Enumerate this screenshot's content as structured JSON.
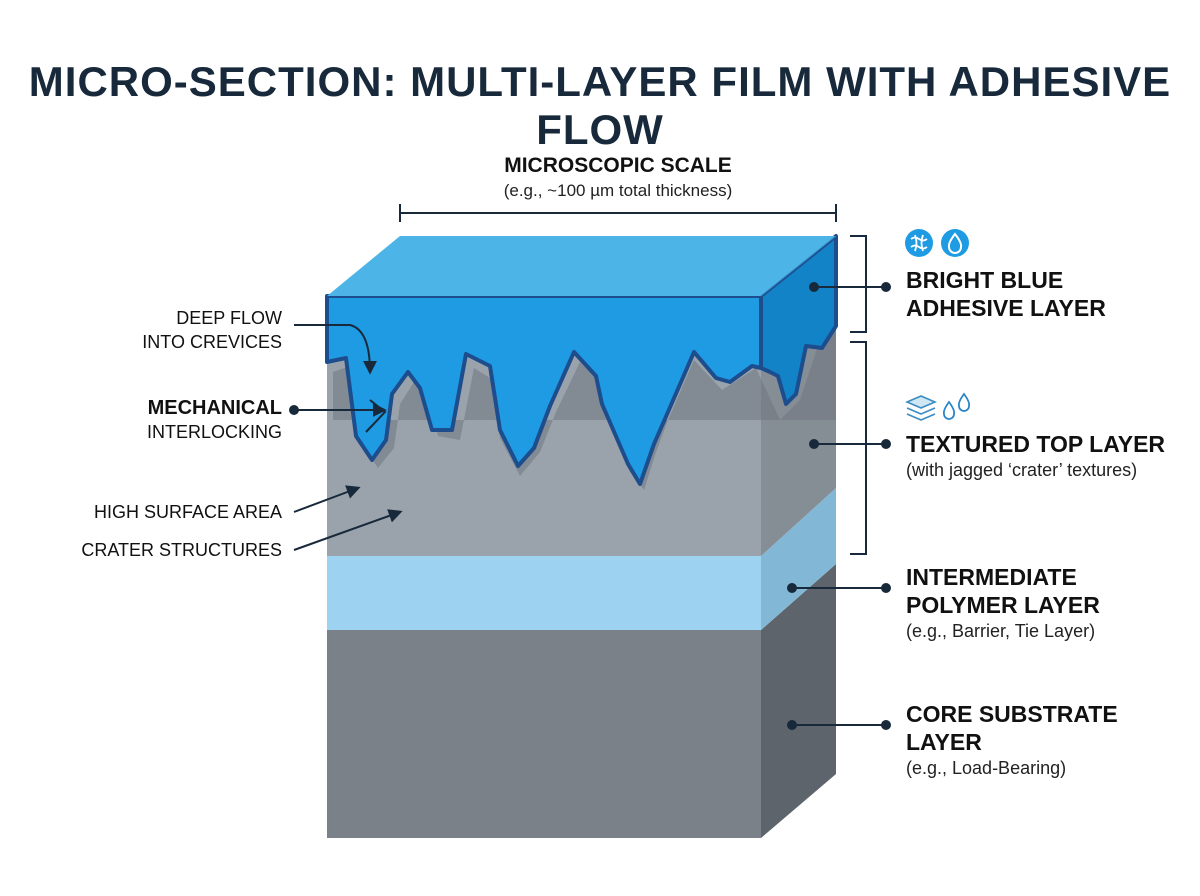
{
  "title": "MICRO-SECTION: MULTI-LAYER FILM WITH ADHESIVE FLOW",
  "scale": {
    "title": "MICROSCOPIC SCALE",
    "subtitle": "(e.g., ~100 µm total thickness)"
  },
  "left_labels": {
    "deep_flow_1": "DEEP FLOW",
    "deep_flow_2": "INTO CREVICES",
    "mechanical_1": "MECHANICAL",
    "mechanical_2": "INTERLOCKING",
    "surface_area": "HIGH SURFACE AREA",
    "crater": "CRATER STRUCTURES"
  },
  "right_labels": {
    "adhesive_1": "BRIGHT BLUE",
    "adhesive_2": "ADHESIVE LAYER",
    "textured_1": "TEXTURED TOP LAYER",
    "textured_sub": "(with jagged ‘crater’ textures)",
    "intermediate_1": "INTERMEDIATE",
    "intermediate_2": "POLYMER LAYER",
    "intermediate_sub": "(e.g., Barrier, Tie Layer)",
    "core_1": "CORE SUBSTRATE",
    "core_2": "LAYER",
    "core_sub": "(e.g., Load-Bearing)"
  },
  "icons": [
    "flow-icon",
    "water-drop-icon",
    "layers-icon",
    "droplets-icon"
  ],
  "colors": {
    "adhesive": "#1e9be3",
    "adhesive_top": "#4cb4e6",
    "adhesive_side": "#1383c8",
    "textured": "#9aa3ab",
    "intermediate": "#9dd3f0",
    "core": "#7a8189",
    "title": "#17293a"
  }
}
